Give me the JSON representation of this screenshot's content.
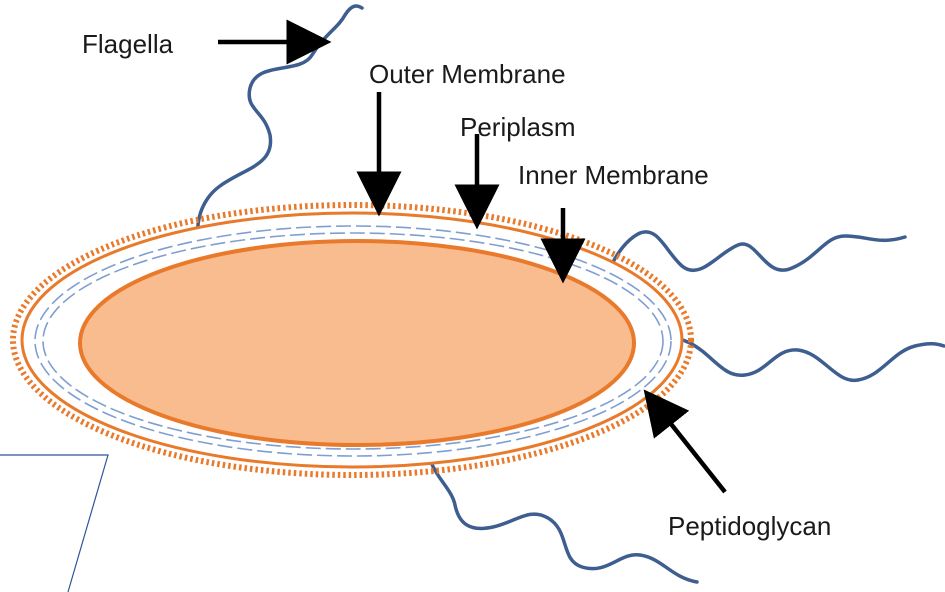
{
  "labels": {
    "flagella": "Flagella",
    "outer_membrane": "Outer Membrane",
    "periplasm": "Periplasm",
    "inner_membrane": "Inner Membrane",
    "peptidoglycan": "Peptidoglycan"
  },
  "colors": {
    "cytoplasm_fill": "#F8BC8F",
    "membrane_orange": "#E97A2C",
    "peptidoglycan_dash": "#7F9FCF",
    "flagella_blue": "#3D5E8F",
    "arrow_black": "#000000",
    "callout_line": "#2F5597"
  }
}
